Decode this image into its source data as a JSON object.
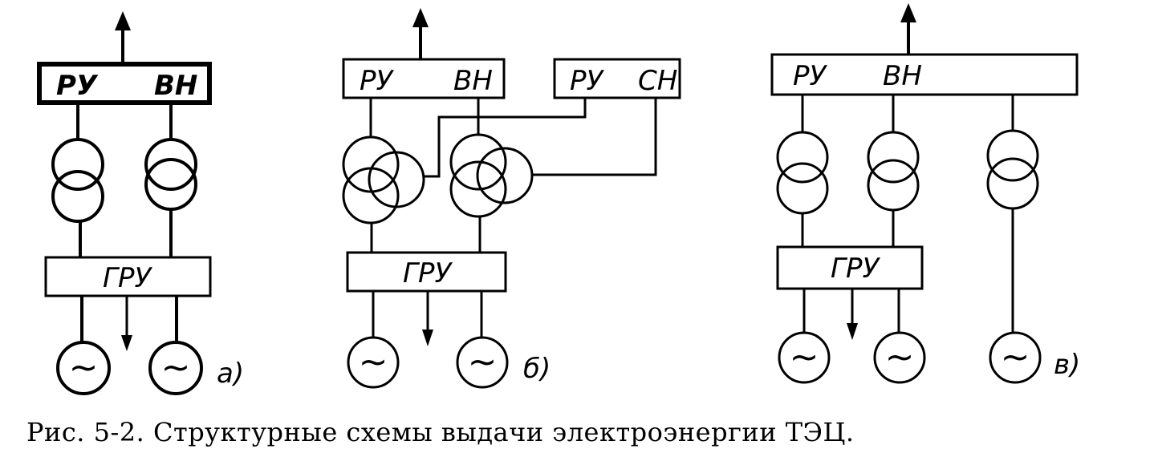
{
  "diagrams": {
    "a": {
      "ru_label": "РУ",
      "vn_label": "ВН",
      "gru_label": "ГРУ",
      "generator_symbol": "~",
      "panel_letter": "а)"
    },
    "b": {
      "ru_label": "РУ",
      "vn_label": "ВН",
      "ru2_label": "РУ",
      "sn_label": "СН",
      "gru_label": "ГРУ",
      "generator_symbol": "~",
      "panel_letter": "б)"
    },
    "c": {
      "ru_label": "РУ",
      "vn_label": "ВН",
      "gru_label": "ГРУ",
      "generator_symbol": "~",
      "panel_letter": "в)"
    }
  },
  "caption": "Рис. 5-2. Структурные схемы выдачи электроэнергии ТЭЦ.",
  "colors": {
    "ink": "#000000",
    "background": "#ffffff"
  }
}
